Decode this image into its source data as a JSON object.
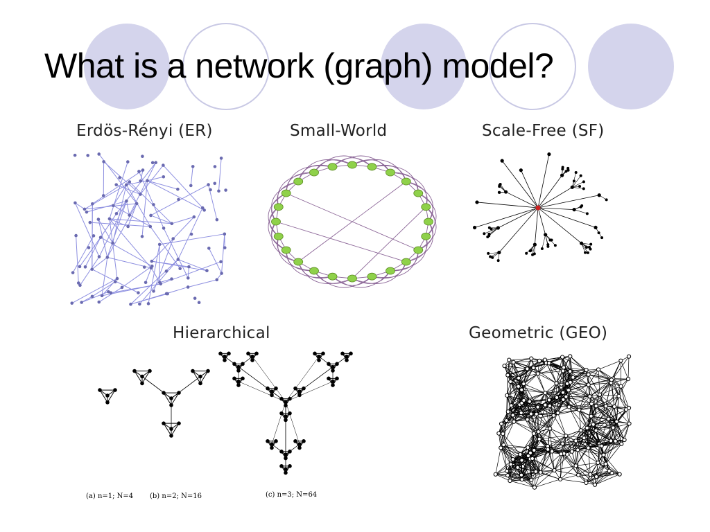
{
  "slide": {
    "title": "What is a network (graph) model?",
    "theme_colors": {
      "filled_circle": "#d4d4ec",
      "outline_circle": "#c8c8e4",
      "er_edge": "#8c8ee0",
      "er_node": "#6a6ab0",
      "smallworld_arc": "#8a6496",
      "smallworld_node": "#8fd14a",
      "sf_hub": "#d02020"
    }
  },
  "panels": {
    "er": {
      "label": "Erdös-Rényi (ER)"
    },
    "small_world": {
      "label": "Small-World"
    },
    "scale_free": {
      "label": "Scale-Free (SF)"
    },
    "hierarchical": {
      "label": "Hierarchical",
      "captions": [
        "(a) n=1; N=4",
        "(b) n=2; N=16",
        "(c) n=3; N=64"
      ]
    },
    "geometric": {
      "label": "Geometric (GEO)"
    }
  }
}
